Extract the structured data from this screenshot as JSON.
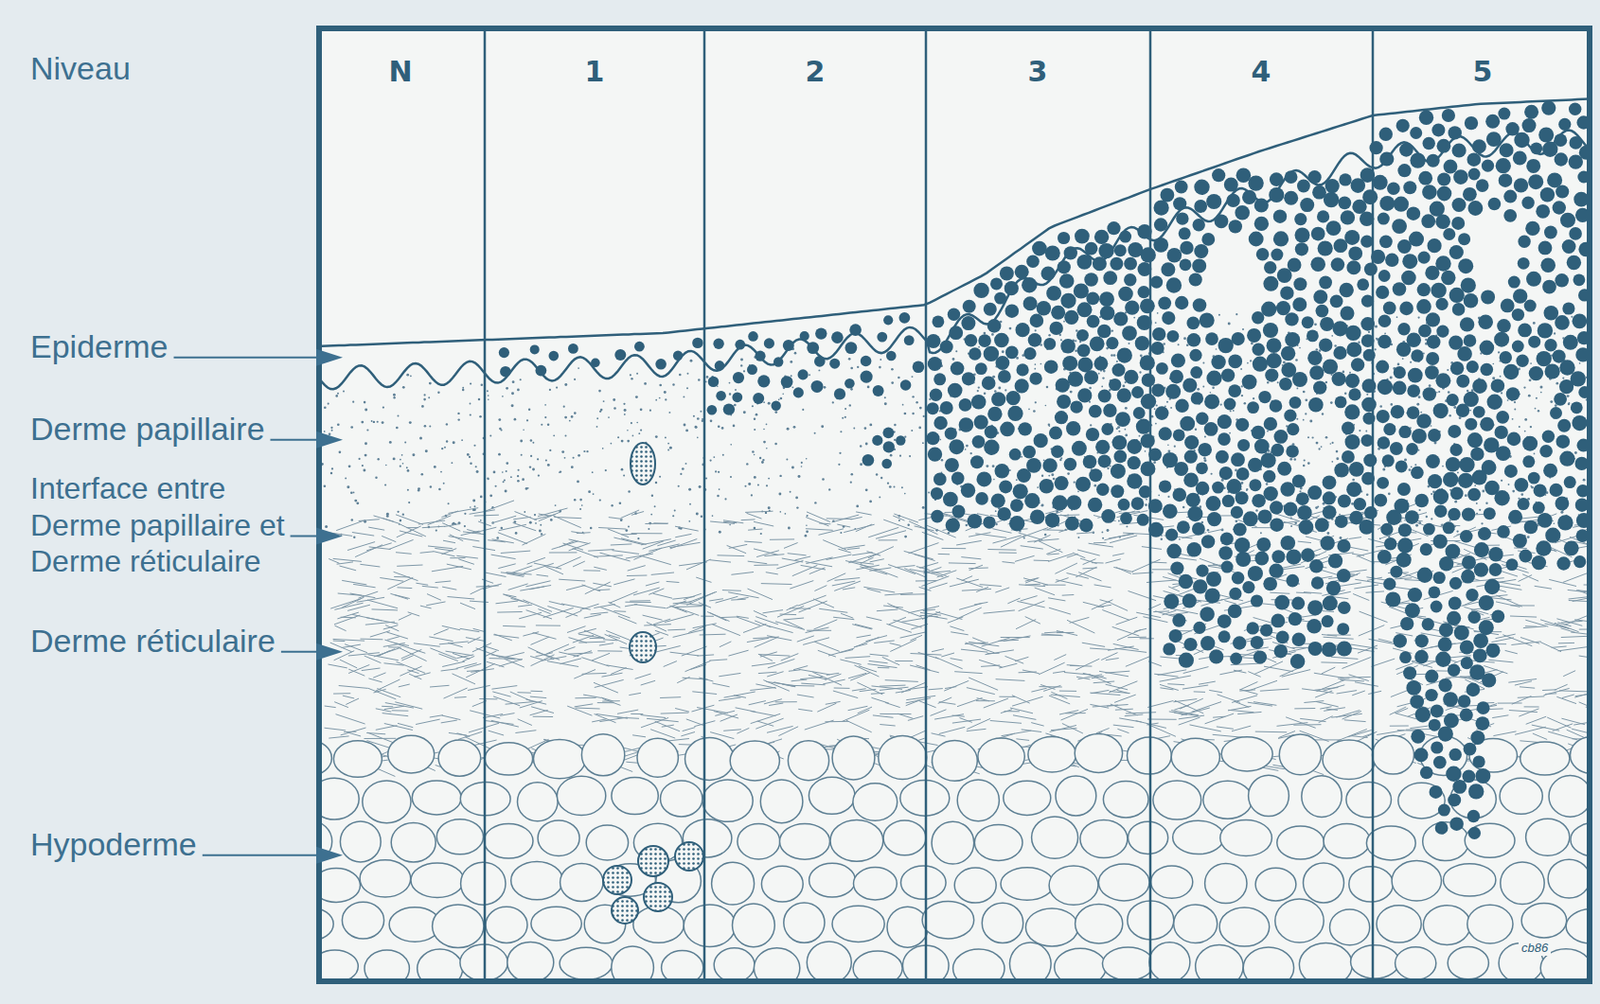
{
  "diagram": {
    "labels": [
      "Niveau",
      "N",
      "1",
      "2",
      "3",
      "4",
      "5",
      "Epiderme",
      "Derme papillaire",
      "Interface entre Derme papillaire et Derme réticulaire",
      "Derme réticulaire",
      "Hypoderme",
      "cb86"
    ]
  }
}
